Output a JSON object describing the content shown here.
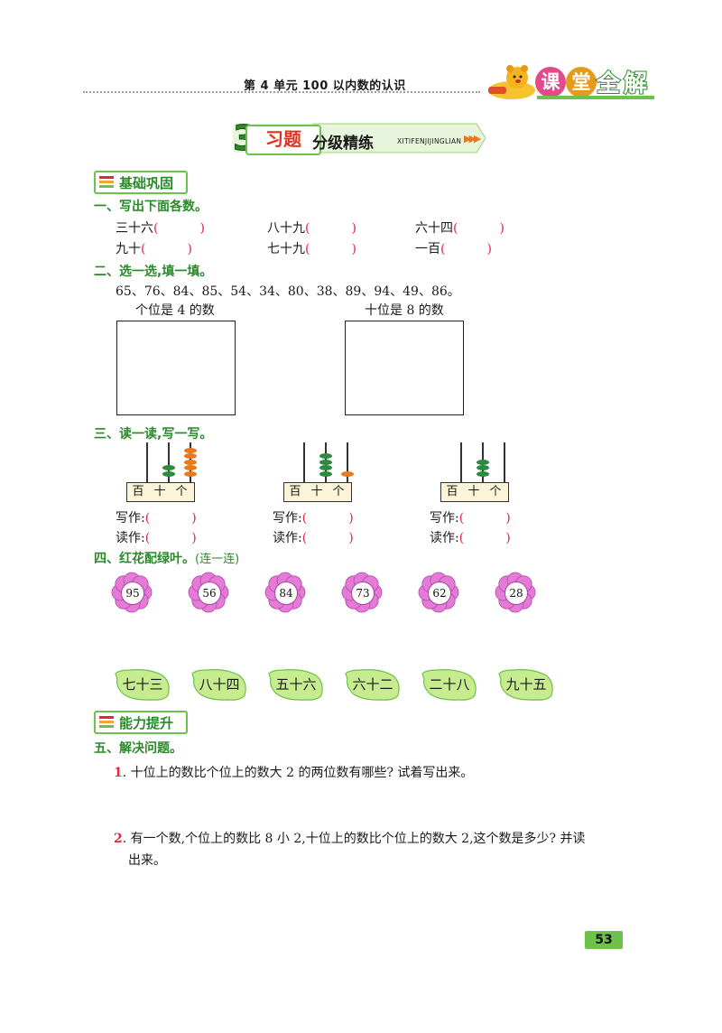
{
  "header": {
    "unit_title": "第 4 单元   100 以内数的认识",
    "brand": [
      "课",
      "堂",
      "全",
      "解"
    ]
  },
  "banner": {
    "number": "3",
    "tag": "习题",
    "title": "分级精练",
    "pinyin": "XITIFENJIJINGLIAN",
    "arrows": "▶▶▶"
  },
  "sections": {
    "basic": "基础巩固",
    "advanced": "能力提升"
  },
  "q1": {
    "heading": "一、写出下面各数。",
    "items": [
      "三十六",
      "八十九",
      "六十四",
      "九十",
      "七十九",
      "一百"
    ],
    "paren_open": "(",
    "paren_close": ")"
  },
  "q2": {
    "heading": "二、选一选,填一填。",
    "numbers": "65、76、84、85、54、34、80、38、89、94、49、86。",
    "box1_label": "个位是 4 的数",
    "box2_label": "十位是 8 的数"
  },
  "q3": {
    "heading": "三、读一读,写一写。",
    "places": [
      "百",
      "十",
      "个"
    ],
    "write_label": "写作:",
    "read_label": "读作:",
    "abacus": [
      {
        "hundreds": 0,
        "tens": 2,
        "ones": 5
      },
      {
        "hundreds": 0,
        "tens": 4,
        "ones": 1
      },
      {
        "hundreds": 0,
        "tens": 3,
        "ones": 0
      }
    ]
  },
  "q4": {
    "heading": "四、红花配绿叶。",
    "note": "(连一连)",
    "flowers": [
      "95",
      "56",
      "84",
      "73",
      "62",
      "28"
    ],
    "leaves": [
      "七十三",
      "八十四",
      "五十六",
      "六十二",
      "二十八",
      "九十五"
    ]
  },
  "q5": {
    "heading": "五、解决问题。",
    "p1_num": "1",
    "p1": ". 十位上的数比个位上的数大 2 的两位数有哪些? 试着写出来。",
    "p2_num": "2",
    "p2_line1": ". 有一个数,个位上的数比 8 小 2,十位上的数比个位上的数大 2,这个数是多少? 并读",
    "p2_line2": "出来。"
  },
  "page_number": "53",
  "colors": {
    "green": "#6cc24a",
    "dark_green": "#2a8a2a",
    "red": "#e5243f",
    "pink": "#e67ad8",
    "orange": "#e87a1e"
  }
}
